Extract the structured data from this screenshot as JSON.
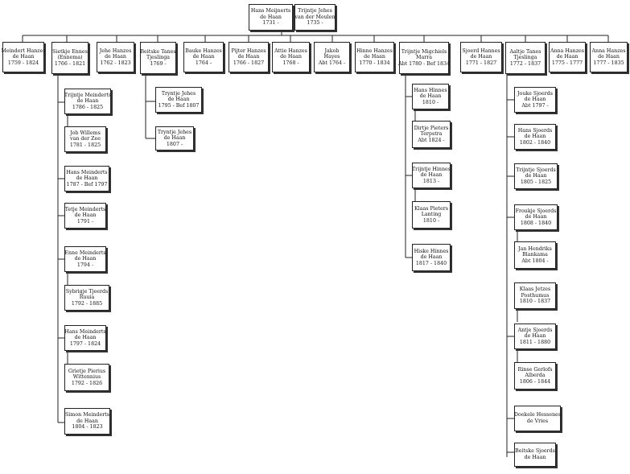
{
  "root": {
    "husband": [
      "Hans Meijnerts",
      "de Haan",
      "1731 -"
    ],
    "wife": [
      "Trijntje Jehes",
      "van der Meulen",
      "1735 -"
    ]
  },
  "children": [
    [
      "Meindert Hanzes",
      "de Haan",
      "1759 - 1824"
    ],
    [
      "Sietkje Ennes",
      "(Ennema)",
      "1766 - 1821"
    ],
    [
      "Jehe Hanzes",
      "de Haan",
      "1762 - 1823"
    ],
    [
      "Beitske Tanes",
      "Tjeslinga",
      "1769 -"
    ],
    [
      "Bauke Hanzes",
      "de Haan",
      "1764 -"
    ],
    [
      "Pijter Hanzes",
      "de Haan",
      "1766 - 1827"
    ],
    [
      "Attie Hanzes",
      "de Haan",
      "1768 -"
    ],
    [
      "Jakob",
      "Hayes",
      "Abt 1764 -"
    ],
    [
      "Hinne Hanzes",
      "de Haan",
      "1770 - 1834"
    ],
    [
      "Trijntje Migchiels",
      "Marra",
      "Abt 1780 - Bef 1834"
    ],
    [
      "Sjoerd Hannes",
      "de Haan",
      "1771 - 1827"
    ],
    [
      "Aaltje Tanes",
      "Tjeslinga",
      "1772 - 1837"
    ],
    [
      "Anna Hanzes",
      "de Haan",
      "1775 - 1777"
    ],
    [
      "Anna Hanzes",
      "de Haan",
      "1777 - 1835"
    ]
  ],
  "branches": {
    "meindert": [
      [
        "Trijntje Meinderts",
        "de Haan",
        "1786 - 1825"
      ],
      [
        "Job Willems",
        "van der Zee",
        "1781 - 1825"
      ],
      [
        "Hans Meinderts",
        "de Haan",
        "1787 - Bef 1797"
      ],
      [
        "Tetje Meinderts",
        "de Haan",
        "1791 -"
      ],
      [
        "Enne Meinderts",
        "de Haan",
        "1794 -"
      ],
      [
        "Sybrigje Tjeerds",
        "Ruuia",
        "1792 - 1885"
      ],
      [
        "Hans Meinderts",
        "de Haan",
        "1797 - 1824"
      ],
      [
        "Grietje Pierius",
        "Wittennius",
        "1792 - 1826"
      ],
      [
        "Simon Meinderts",
        "de Haan",
        "1804 - 1823"
      ]
    ],
    "beitske": [
      [
        "Tryntje Jehes",
        "de Haan",
        "1795 - Bef 1807"
      ],
      [
        "Tryntje Jehes",
        "de Haan",
        "1807 -"
      ]
    ],
    "hinne": [
      [
        "Hans Hinnes",
        "de Haan",
        "1810 -"
      ],
      [
        "Dirtje Pieters",
        "Terpstra",
        "Abt 1824 -"
      ],
      [
        "Trijntje Hinnes",
        "de Haan",
        "1813 -"
      ],
      [
        "Klaas Pieters",
        "Lanting",
        "1810 -"
      ],
      [
        "Hiske Hinnes",
        "de Haan",
        "1817 - 1840"
      ]
    ],
    "sjoerd": [
      [
        "Jouke Sjoerds",
        "de Haan",
        "Abt 1797 -"
      ],
      [
        "Hans Sjoerds",
        "de Haan",
        "1802 - 1840"
      ],
      [
        "Trijntje Sjoerds",
        "de Haan",
        "1805 - 1825"
      ],
      [
        "Froukje Sjoerds",
        "de Haan",
        "1808 - 1840"
      ],
      [
        "Jan Hendriks",
        "Blankama",
        "Abt 1804 -"
      ],
      [
        "Klaas Jetzes",
        "Posthumus",
        "1810 - 1837"
      ],
      [
        "Antje Sjoerds",
        "de Haan",
        "1811 - 1880"
      ],
      [
        "Rinse Gerlofs",
        "Alberda",
        "1806 - 1844"
      ],
      [
        "Doekele Hessenes",
        "de Vries",
        ""
      ],
      [
        "Beitske Sjoerds",
        "de Haan",
        ""
      ]
    ]
  }
}
